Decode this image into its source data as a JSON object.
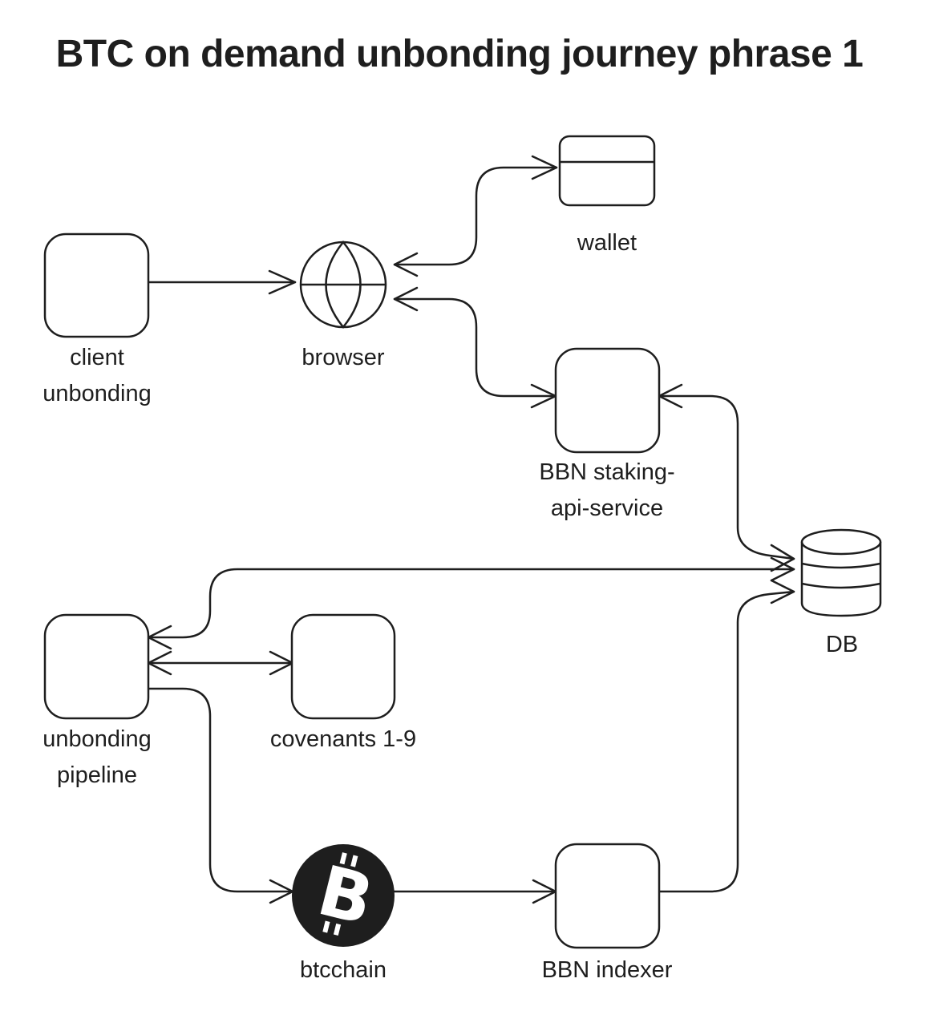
{
  "title": "BTC on demand unbonding journey phrase 1",
  "nodes": {
    "client": {
      "label_line1": "client",
      "label_line2": "unbonding"
    },
    "browser": {
      "label": "browser"
    },
    "wallet": {
      "label": "wallet"
    },
    "staking_api": {
      "label_line1": "BBN staking-",
      "label_line2": "api-service"
    },
    "db": {
      "label": "DB"
    },
    "pipeline": {
      "label_line1": "unbonding",
      "label_line2": "pipeline"
    },
    "covenants": {
      "label": "covenants 1-9"
    },
    "btcchain": {
      "label": "btcchain"
    },
    "indexer": {
      "label": "BBN indexer"
    }
  },
  "colors": {
    "stroke": "#1e1e1e",
    "background": "#ffffff",
    "bitcoin_circle": "#1e1e1e",
    "bitcoin_glyph": "#ffffff"
  },
  "icons": {
    "browser": "globe-icon",
    "wallet": "wallet-icon",
    "db": "database-icon",
    "btcchain": "bitcoin-icon"
  }
}
